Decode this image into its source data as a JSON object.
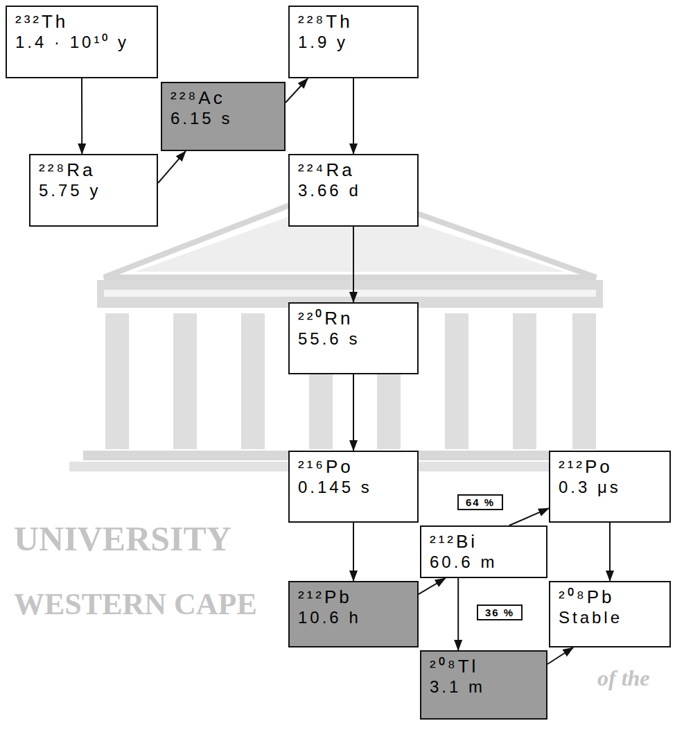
{
  "diagram": {
    "nodes": [
      {
        "text": [
          "²³²Th",
          "1.4 · 10¹⁰ y"
        ]
      },
      {
        "text": [
          "²²⁸Ac",
          "6.15 s"
        ]
      },
      {
        "text": [
          "²²⁸Th",
          "1.9 y"
        ]
      },
      {
        "text": [
          "²²⁸Ra",
          "5.75 y"
        ]
      },
      {
        "text": [
          "²²⁴Ra",
          "3.66 d"
        ]
      },
      {
        "text": [
          "²²⁰Rn",
          "55.6 s"
        ]
      },
      {
        "text": [
          "²¹⁶Po",
          "0.145 s"
        ]
      },
      {
        "text": [
          "²¹²Po",
          "0.3 μs"
        ]
      },
      {
        "text": [
          "²¹²Bi",
          "60.6 m"
        ]
      },
      {
        "text": [
          "²¹²Pb",
          "10.6 h"
        ]
      },
      {
        "text": [
          "²⁰⁸Pb",
          "Stable"
        ]
      },
      {
        "text": [
          "²⁰⁸Tl",
          "3.1 m"
        ]
      }
    ],
    "edges": [
      {
        "from": 0,
        "to": 3,
        "arrow": "to"
      },
      {
        "from": 3,
        "to": 1,
        "arrow": "to"
      },
      {
        "from": 1,
        "to": 2,
        "arrow": "to"
      },
      {
        "from": 2,
        "to": 4,
        "arrow": "to"
      },
      {
        "from": 4,
        "to": 5,
        "arrow": "to"
      },
      {
        "from": 5,
        "to": 6,
        "arrow": "to"
      },
      {
        "from": 6,
        "to": 9,
        "arrow": "to"
      },
      {
        "from": 9,
        "to": 8,
        "arrow": "to"
      },
      {
        "from": 8,
        "to": 7,
        "label": "64 %",
        "arrow": "to"
      },
      {
        "from": 8,
        "to": 11,
        "label": "36 %",
        "arrow": "to"
      },
      {
        "from": 7,
        "to": 10,
        "arrow": "to"
      },
      {
        "from": 11,
        "to": 10,
        "arrow": "to"
      }
    ],
    "labels": [
      "UNIVERSITY",
      "of the",
      "WESTERN CAPE"
    ]
  }
}
